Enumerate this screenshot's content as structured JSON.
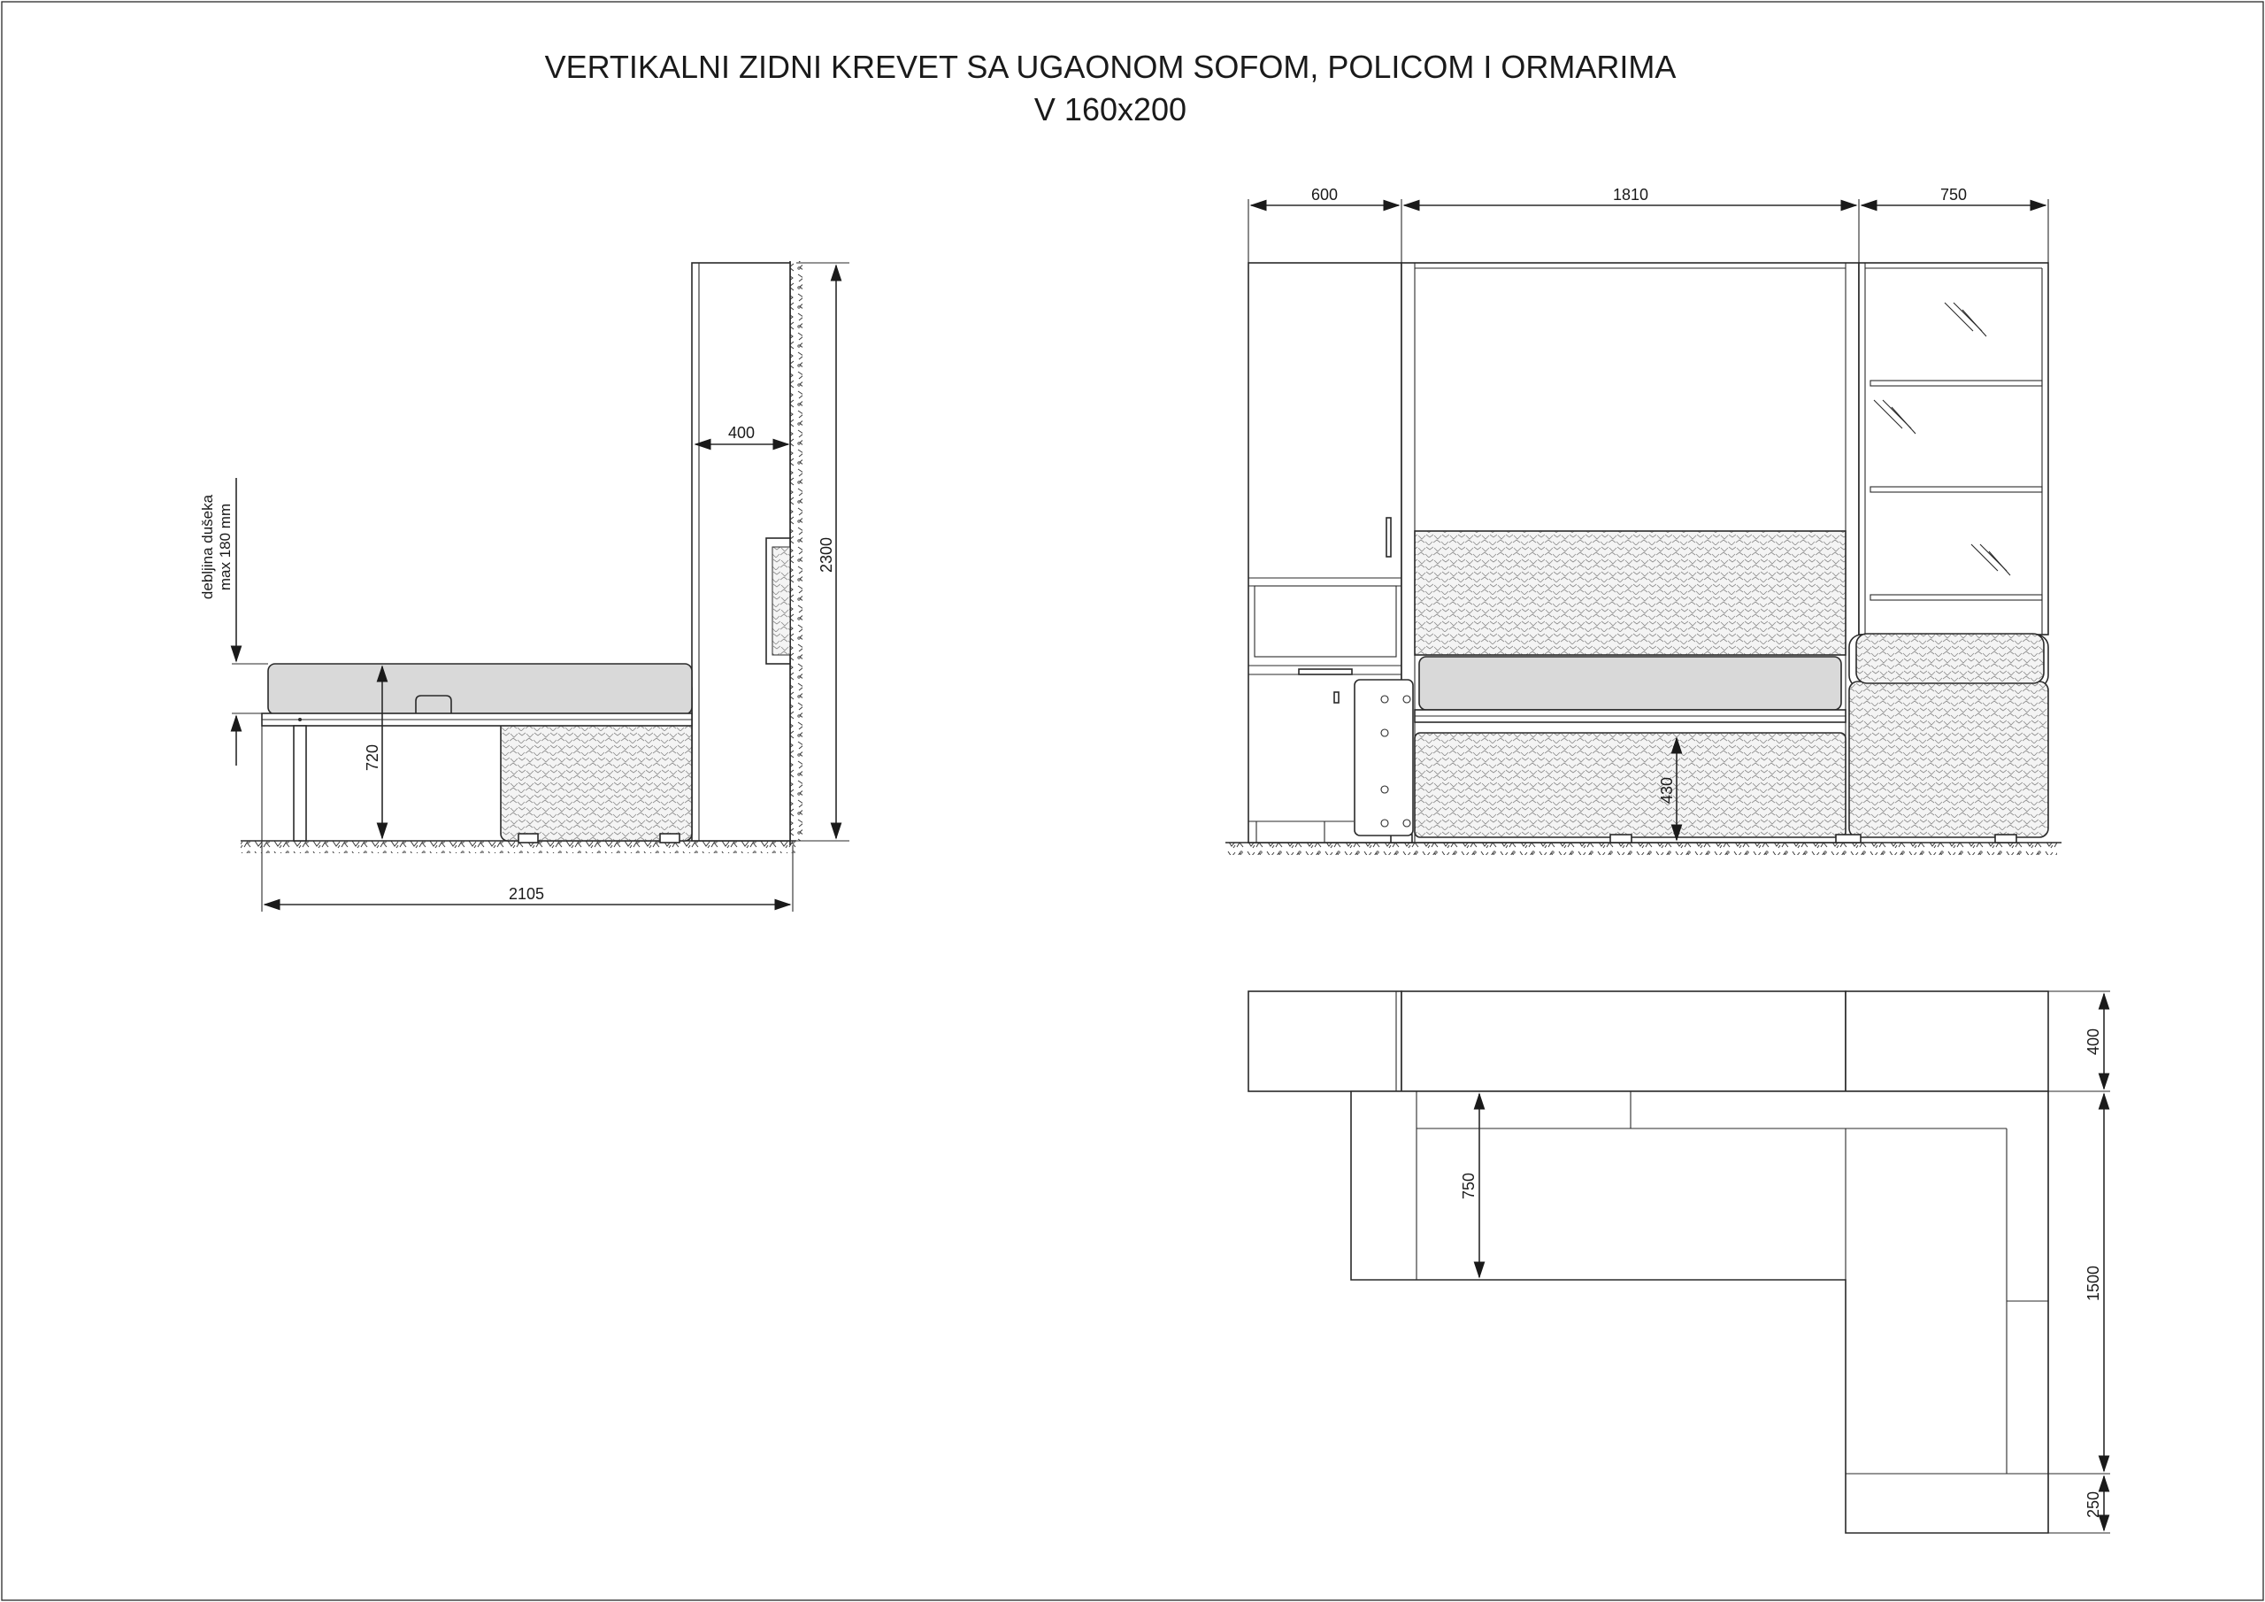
{
  "title": {
    "line1": "VERTIKALNI ZIDNI KREVET SA UGAONOM SOFOM, POLICOM I ORMARIMA",
    "line2": "V 160x200"
  },
  "side_view": {
    "dim_2300": "2300",
    "dim_400": "400",
    "dim_720": "720",
    "dim_2105": "2105",
    "note_line1": "debljina dušeka",
    "note_line2": "max 180 mm"
  },
  "front_view": {
    "dim_600": "600",
    "dim_1810": "1810",
    "dim_750": "750",
    "dim_430": "430"
  },
  "plan_view": {
    "dim_400": "400",
    "dim_750": "750",
    "dim_1500": "1500",
    "dim_250": "250"
  }
}
